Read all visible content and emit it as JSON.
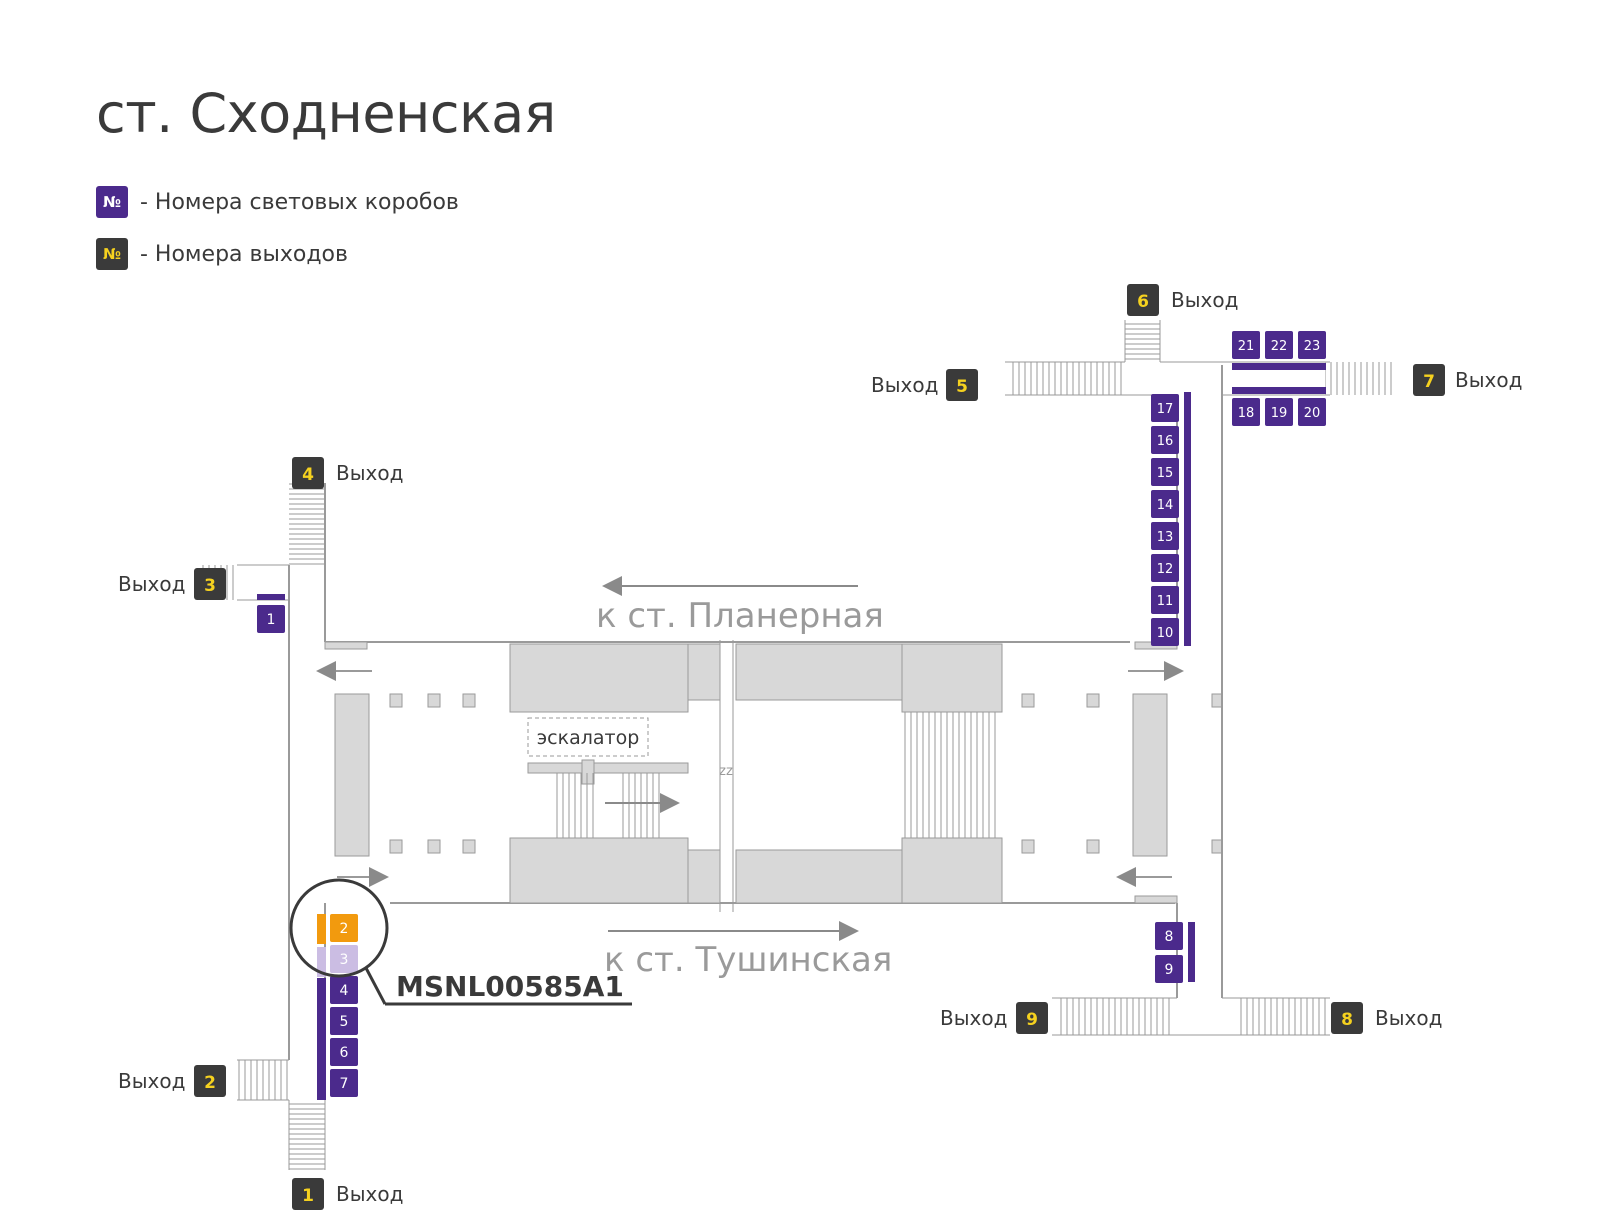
{
  "title": "ст. Сходненская",
  "legend": {
    "lightbox_symbol": "№",
    "lightbox_text": "- Номера световых коробов",
    "exit_symbol": "№",
    "exit_text": "- Номера выходов"
  },
  "colors": {
    "lightbox": "#4b2a8c",
    "exit_box": "#3a3a3a",
    "exit_number": "#f5d11f",
    "highlight": "#f29a0e",
    "faded": "#cbbde3",
    "structure": "#d8d8d8",
    "line": "#9a9a9a"
  },
  "exit_word": "Выход",
  "exits": [
    {
      "n": "1"
    },
    {
      "n": "2"
    },
    {
      "n": "3"
    },
    {
      "n": "4"
    },
    {
      "n": "5"
    },
    {
      "n": "6"
    },
    {
      "n": "7"
    },
    {
      "n": "8"
    },
    {
      "n": "9"
    }
  ],
  "lightboxes": [
    {
      "n": "1",
      "state": "normal"
    },
    {
      "n": "2",
      "state": "selected"
    },
    {
      "n": "3",
      "state": "faded"
    },
    {
      "n": "4",
      "state": "normal"
    },
    {
      "n": "5",
      "state": "normal"
    },
    {
      "n": "6",
      "state": "normal"
    },
    {
      "n": "7",
      "state": "normal"
    },
    {
      "n": "8",
      "state": "normal"
    },
    {
      "n": "9",
      "state": "normal"
    },
    {
      "n": "10",
      "state": "normal"
    },
    {
      "n": "11",
      "state": "normal"
    },
    {
      "n": "12",
      "state": "normal"
    },
    {
      "n": "13",
      "state": "normal"
    },
    {
      "n": "14",
      "state": "normal"
    },
    {
      "n": "15",
      "state": "normal"
    },
    {
      "n": "16",
      "state": "normal"
    },
    {
      "n": "17",
      "state": "normal"
    },
    {
      "n": "18",
      "state": "normal"
    },
    {
      "n": "19",
      "state": "normal"
    },
    {
      "n": "20",
      "state": "normal"
    },
    {
      "n": "21",
      "state": "normal"
    },
    {
      "n": "22",
      "state": "normal"
    },
    {
      "n": "23",
      "state": "normal"
    }
  ],
  "directions": {
    "top": "к ст. Планерная",
    "bottom": "к ст. Тушинская"
  },
  "escalator_label": "эскалатор",
  "gap_label": "zz",
  "callout_code": "MSNL00585A1"
}
